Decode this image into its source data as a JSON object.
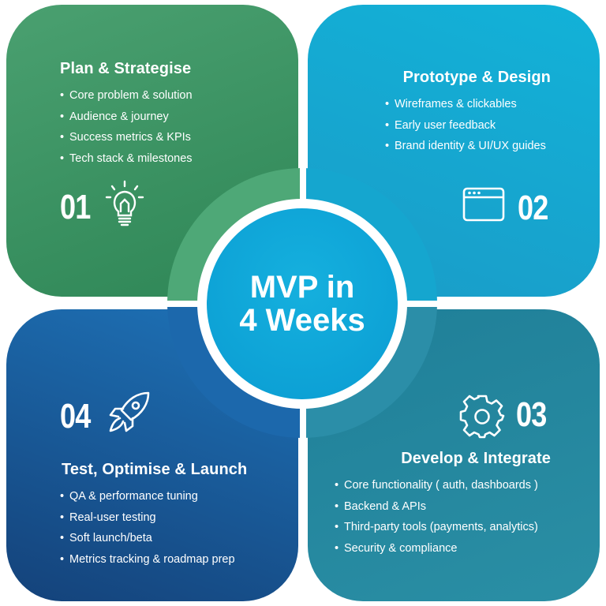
{
  "center": {
    "line1": "MVP in",
    "line2": "4 Weeks"
  },
  "quadrants": [
    {
      "number": "01",
      "title": "Plan & Strategise",
      "items": [
        "Core problem & solution",
        "Audience & journey",
        "Success metrics & KPIs",
        "Tech stack & milestones"
      ],
      "icon": "lightbulb-icon",
      "color": "#3a9463"
    },
    {
      "number": "02",
      "title": "Prototype & Design",
      "items": [
        "Wireframes & clickables",
        "Early user feedback",
        "Brand identity & UI/UX guides"
      ],
      "icon": "browser-window-icon",
      "color": "#13a8d2"
    },
    {
      "number": "03",
      "title": "Develop & Integrate",
      "items": [
        "Core functionality ( auth, dashboards )",
        "Backend & APIs",
        "Third-party tools (payments, analytics)",
        "Security & compliance"
      ],
      "icon": "gear-icon",
      "color": "#23879e"
    },
    {
      "number": "04",
      "title": "Test, Optimise & Launch",
      "items": [
        "QA & performance tuning",
        "Real-user testing",
        "Soft launch/beta",
        "Metrics tracking & roadmap prep"
      ],
      "icon": "rocket-icon",
      "color": "#1a5c9c"
    }
  ]
}
